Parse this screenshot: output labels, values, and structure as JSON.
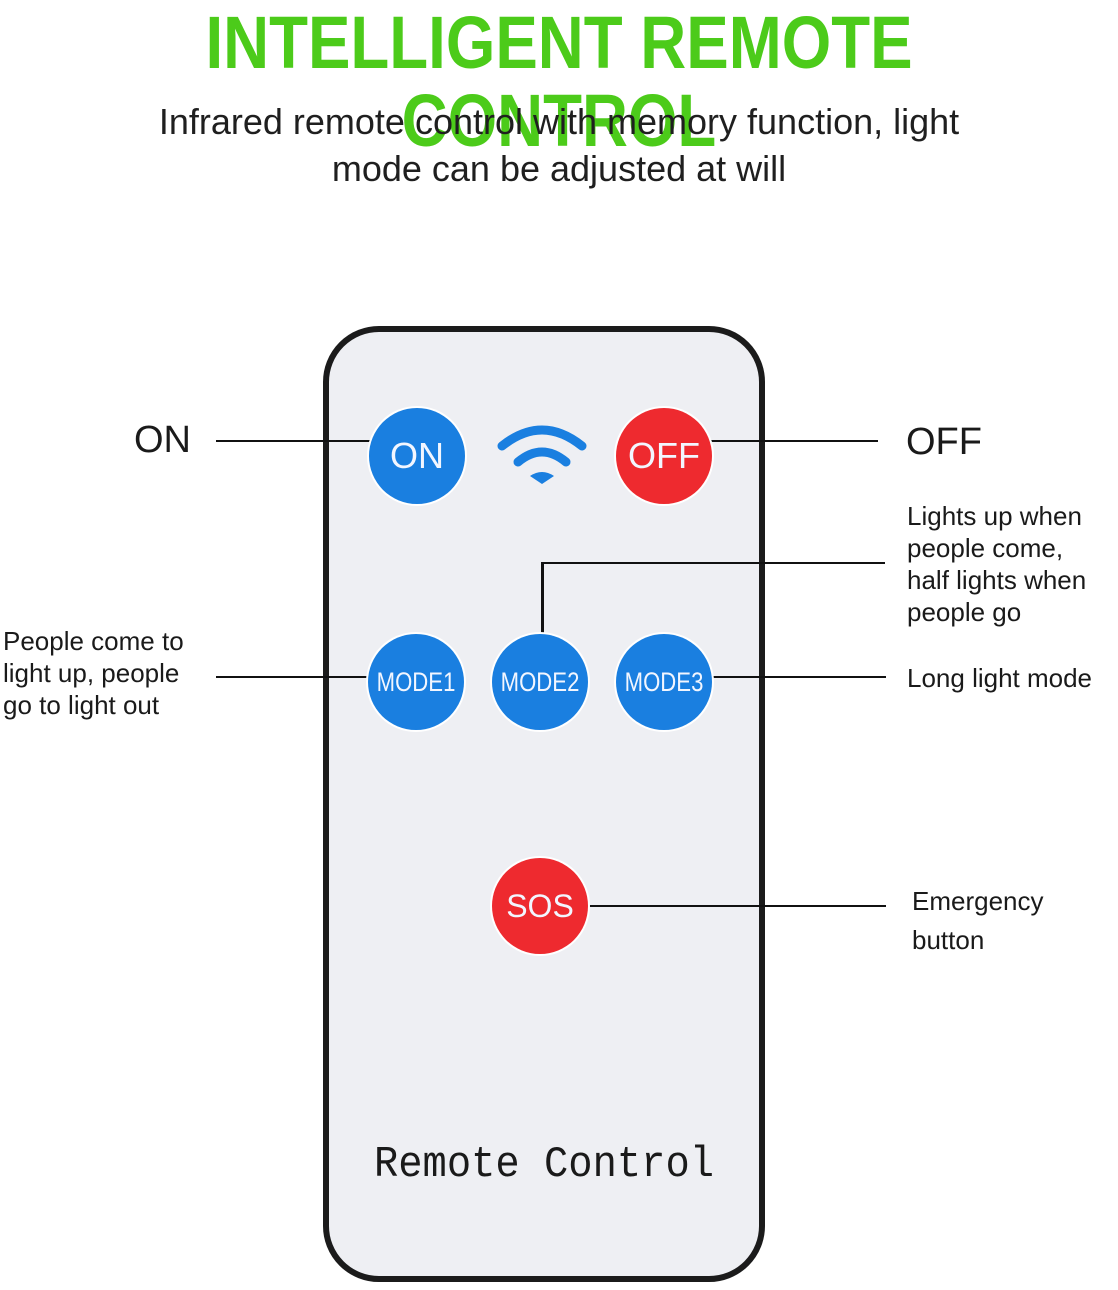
{
  "header": {
    "title": "INTELLIGENT REMOTE CONTROL",
    "subtitle_line1": "Infrared remote control with memory function, light",
    "subtitle_line2": "mode can be adjusted at will"
  },
  "remote": {
    "brand_label": "Remote Control",
    "buttons": {
      "on": "ON",
      "off": "OFF",
      "mode1": "MODE1",
      "mode2": "MODE2",
      "mode3": "MODE3",
      "sos": "SOS"
    },
    "signal_icon": "wifi-signal-icon"
  },
  "callouts": {
    "on": "ON",
    "off": "OFF",
    "mode1": [
      "People come to",
      "light up, people",
      "go to light out"
    ],
    "mode2": [
      "Lights up when",
      "people come,",
      "half lights when",
      "people go"
    ],
    "mode3": "Long light mode",
    "sos": [
      "Emergency",
      "button"
    ]
  },
  "colors": {
    "title_green": "#4ccb1a",
    "button_blue": "#1a7fe0",
    "button_red": "#ee2a2f",
    "remote_body": "#eeeff3",
    "remote_border": "#1b1b1b"
  }
}
